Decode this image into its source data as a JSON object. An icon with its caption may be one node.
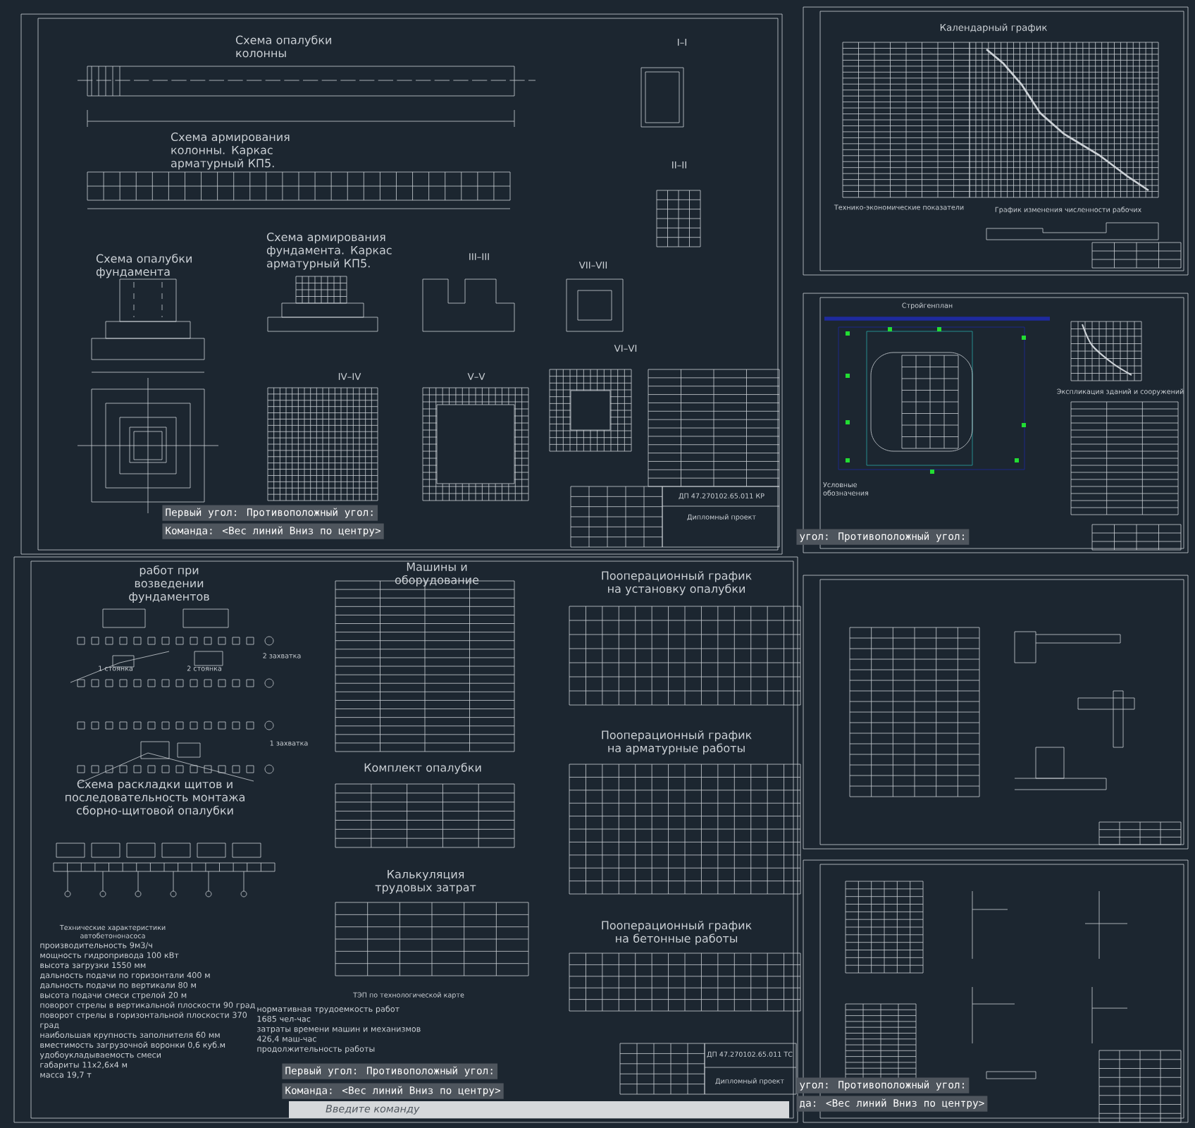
{
  "diagram": {
    "labels": [
      "Схема опалубки колонны",
      "Схема армирования колонны. Каркас арматурный КП5.",
      "I–I",
      "II–II",
      "Схема опалубки фундамента",
      "Схема армирования фундамента. Каркас арматурный КП5.",
      "III–III",
      "VII–VII",
      "VI–VI",
      "IV–IV",
      "V–V",
      "ДП 47.270102.65.011 КР",
      "Дипломный проект",
      "Первый угол: Противоположный угол:",
      "Команда: <Вес линий Вниз по центру>",
      "Календарный график",
      "Технико-экономические показатели",
      "График изменения численности рабочих",
      "Стройгенплан",
      "Экспликация зданий и сооружений",
      "Условные обозначения",
      "угол: Противоположный угол:",
      "работ при возведении фундаментов",
      "1 стоянка",
      "2 стоянка",
      "2 захватка",
      "1 захватка",
      "Схема раскладки щитов и последовательность монтажа сборно-щитовой опалубки",
      "Технические характеристики автобетононасоса",
      "производительность 9м3/ч",
      "мощность гидропривода 100 кВт",
      "высота загрузки 1550 мм",
      "дальность подачи по горизонтали 400 м",
      "дальность подачи по вертикали 80 м",
      "высота подачи смеси стрелой 20 м",
      "поворот стрелы в вертикальной плоскости 90 град",
      "поворот стрелы в горизонтальной плоскости 370 град",
      "наибольшая крупность заполнителя 60 мм",
      "вместимость загрузочной воронки 0,6 куб.м",
      "удобоукладываемость смеси",
      "габариты 11х2,6х4 м",
      "масса 19,7 т",
      "Машины и оборудование",
      "Комплект опалубки",
      "Калькуляция трудовых затрат",
      "ТЭП по технологической карте",
      "нормативная трудоемкость работ",
      "1685 чел-час",
      "затраты времени машин и механизмов",
      "426,4 маш-час",
      "продолжительность работы",
      "Пооперационный график на установку опалубки",
      "Пооперационный график на арматурные работы",
      "Пооперационный график на бетонные работы",
      "ДП 47.270102.65.011 ТС",
      "Дипломный проект",
      "Первый угол: Противоположный угол:",
      "Команда: <Вес линий Вниз по центру>",
      "Введите команду",
      "угол: Противоположный угол:",
      "да: <Вес линий Вниз по центру>"
    ]
  }
}
